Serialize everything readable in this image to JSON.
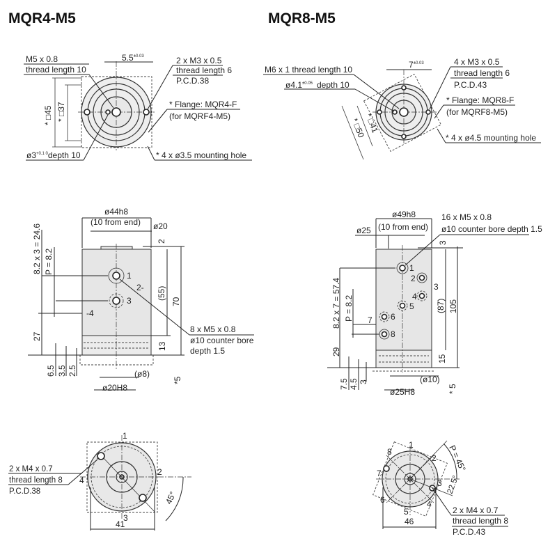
{
  "titles": {
    "left": "MQR4-M5",
    "right": "MQR8-M5"
  },
  "mqr4": {
    "top_view": {
      "center_thread": "M5 x 0.8",
      "center_thread_length": "thread length 10",
      "offset": "5.5",
      "offset_tol": "±0.03",
      "side_thread": "2 x M3 x 0.5",
      "side_thread_length": "thread length 6",
      "side_pcd": "P.C.D.38",
      "flange": "* Flange: MQR4-F",
      "flange_for": "(for MQRF4-M5)",
      "pin_hole": "ø3",
      "pin_hole_tol": "+0.1 0",
      "pin_hole_depth": "depth 10",
      "mounting_hole": "* 4 x ø3.5 mounting hole",
      "square_outer": "* □45",
      "square_inner": "* □37"
    },
    "side_view": {
      "dia_outer": "ø44h8",
      "from_end": "(10 from end)",
      "dia_neck": "ø20",
      "dim_2": "2",
      "port_1": "1",
      "port_2": "2-",
      "port_3": "3",
      "port_4": "-4",
      "dim_55": "(55)",
      "dim_70": "70",
      "dim_13": "13",
      "port_thread": "8 x M5 x 0.8",
      "port_bore": "ø10 counter bore",
      "port_depth": "depth 1.5",
      "pitch_total": "8.2 x 3 = 24.6",
      "pitch": "P = 8.2",
      "dim_27": "27",
      "dim_6_5": "6.5",
      "dim_3_5": "3.5",
      "dim_2_5": "2.5",
      "dia_8": "(ø8)",
      "dia_20h8": "ø20H8",
      "dim_5": "*5"
    },
    "bottom_view": {
      "thread": "2 x M4 x 0.7",
      "thread_length": "thread length 8",
      "pcd": "P.C.D.38",
      "port_labels": [
        "1",
        "2",
        "3",
        "4"
      ],
      "width": "41",
      "angle": "45°"
    }
  },
  "mqr8": {
    "top_view": {
      "center_thread": "M6 x 1 thread length 10",
      "pin_hole": "ø4.1",
      "pin_hole_tol": "±0.05",
      "pin_hole_depth": "depth 10",
      "offset": "7",
      "offset_tol": "±0.03",
      "side_thread": "4 x M3 x 0.5",
      "side_thread_length": "thread length 6",
      "side_pcd": "P.C.D.43",
      "flange": "* Flange: MQR8-F",
      "flange_for": "(for MQRF8-M5)",
      "mounting_hole": "* 4 x ø4.5 mounting hole",
      "square_outer": "* □50",
      "square_inner": "* □41"
    },
    "side_view": {
      "dia_outer": "ø49h8",
      "from_end": "(10 from end)",
      "dia_neck": "ø25",
      "port_thread": "16 x M5 x 0.8",
      "port_bore": "ø10 counter bore depth 1.5",
      "dim_3_top": "3",
      "dim_3_side": "3",
      "port_labels": [
        "1",
        "2",
        "4",
        "5",
        "6",
        "8"
      ],
      "dim_87": "(87)",
      "dim_105": "105",
      "dim_15": "15",
      "pitch_total": "8.2 x 7 = 57.4",
      "pitch": "P = 8.2",
      "dim_7": "7",
      "dim_29": "29",
      "dim_7_5": "7.5",
      "dim_4_5": "4.5",
      "dim_3": "3",
      "dia_10": "(ø10)",
      "dia_25h8": "ø25H8",
      "dim_5": "* 5"
    },
    "bottom_view": {
      "port_labels": [
        "1",
        "2",
        "3",
        "4",
        "5",
        "6",
        "7",
        "8"
      ],
      "pitch_angle": "P = 45°",
      "half_angle": "22.5°",
      "thread": "2 x M4 x 0.7",
      "thread_length": "thread length 8",
      "pcd": "P.C.D.43",
      "width": "46"
    }
  }
}
